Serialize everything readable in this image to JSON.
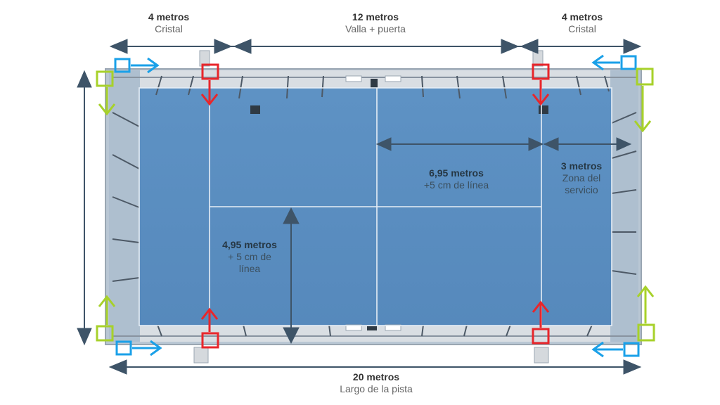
{
  "colors": {
    "court_blue": "#5b8fc0",
    "court_dark": "#4a7aaa",
    "wall_frame": "#c9ced3",
    "arrow_dark": "#3e5468",
    "marker_red": "#e8262b",
    "marker_blue": "#1aa0e8",
    "marker_green": "#a7d12a",
    "court_line": "#e7eef6"
  },
  "labels": {
    "top_left": {
      "title": "4 metros",
      "subtitle": "Cristal"
    },
    "top_center": {
      "title": "12 metros",
      "subtitle": "Valla + puerta"
    },
    "top_right": {
      "title": "4 metros",
      "subtitle": "Cristal"
    },
    "bottom": {
      "title": "20 metros",
      "subtitle": "Largo de la pista"
    },
    "service_length": {
      "title": "6,95 metros",
      "subtitle": "+5 cm de línea"
    },
    "service_zone": {
      "title": "3 metros",
      "line1": "Zona del",
      "line2": "servicio"
    },
    "half_width": {
      "title": "4,95 metros",
      "line1": "+ 5 cm de",
      "line2": "línea"
    }
  },
  "icons": {
    "width_arrow": "double-arrow-vertical-icon",
    "length_arrow": "double-arrow-horizontal-icon",
    "post_marker": "square-with-arrow-icon"
  }
}
